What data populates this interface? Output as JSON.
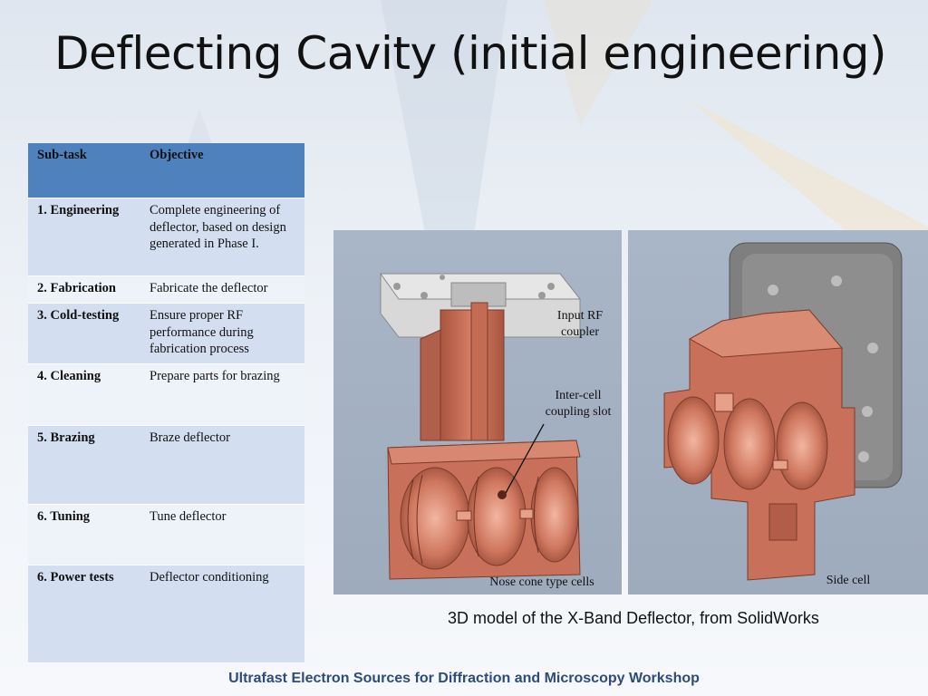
{
  "slide": {
    "title": "Deflecting Cavity (initial engineering)",
    "caption": "3D model of the X-Band Deflector, from SolidWorks",
    "footer": "Ultrafast Electron Sources for Diffraction and Microscopy Workshop"
  },
  "table": {
    "headers": [
      "Sub-task",
      "Objective"
    ],
    "rows": [
      {
        "subtask": "1. Engineering",
        "objective": "Complete engineering of deflector, based on design generated in Phase I."
      },
      {
        "subtask": "2. Fabrication",
        "objective": "Fabricate the deflector"
      },
      {
        "subtask": "3. Cold-testing",
        "objective": "Ensure proper RF performance during fabrication process"
      },
      {
        "subtask": "4. Cleaning",
        "objective": "Prepare parts for brazing"
      },
      {
        "subtask": "5. Brazing",
        "objective": "Braze deflector"
      },
      {
        "subtask": "6. Tuning",
        "objective": "Tune deflector"
      },
      {
        "subtask": "6. Power tests",
        "objective": "Deflector conditioning"
      }
    ]
  },
  "figure_left": {
    "label_input_coupler": "Input RF coupler",
    "label_coupling_slot": "Inter-cell coupling slot",
    "label_cells": "Nose cone type cells"
  },
  "figure_right": {
    "label_side_cell": "Side cell"
  },
  "colors": {
    "header_blue": "#4f81bd",
    "row_light": "#d3dff0",
    "copper": "#c8705a",
    "footer_text": "#2d4c7a"
  }
}
